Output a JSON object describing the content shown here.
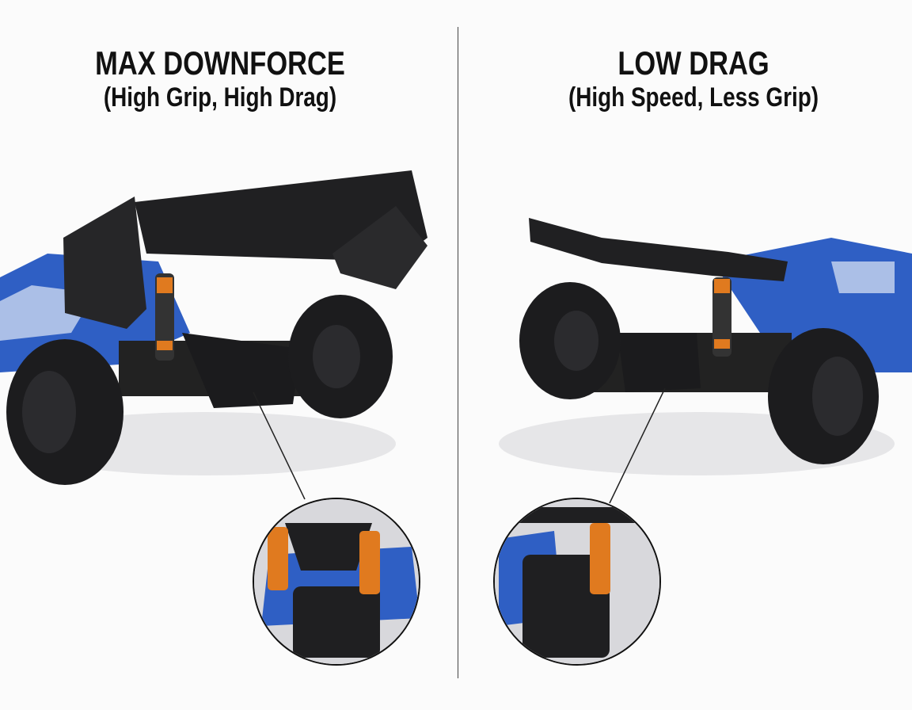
{
  "left": {
    "title": "MAX DOWNFORCE",
    "subtitle": "(High Grip, High Drag)",
    "wing": "high-downforce-rear-wing"
  },
  "right": {
    "title": "LOW DRAG",
    "subtitle": "(High Speed, Less Grip)",
    "wing": "low-drag-rear-wing"
  },
  "colors": {
    "body_blue": "#2f5fc4",
    "shock_orange": "#e07a1f",
    "chassis_black": "#1e1e20",
    "background": "#fbfbfb"
  }
}
